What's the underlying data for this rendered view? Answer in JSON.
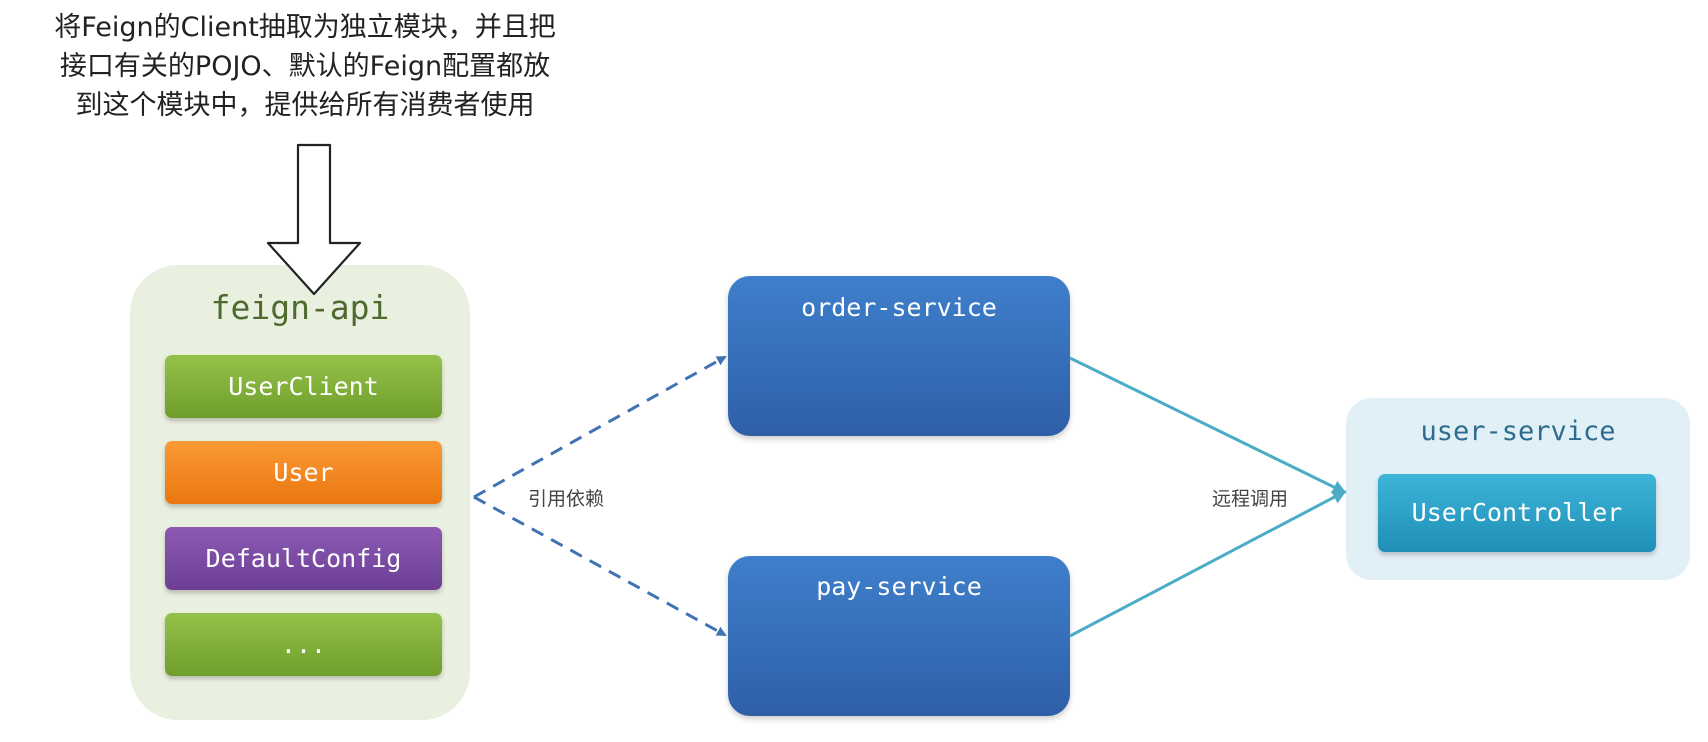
{
  "note": {
    "lines": [
      "将Feign的Client抽取为独立模块，并且把",
      "接口有关的POJO、默认的Feign配置都放",
      "到这个模块中，提供给所有消费者使用"
    ]
  },
  "feign_api": {
    "title": "feign-api",
    "items": [
      "UserClient",
      "User",
      "DefaultConfig",
      "..."
    ]
  },
  "services": {
    "order": "order-service",
    "pay": "pay-service"
  },
  "user_service": {
    "title": "user-service",
    "controller": "UserController"
  },
  "edges": {
    "dependency_label": "引用依赖",
    "remote_call_label": "远程调用"
  },
  "colors": {
    "dependency_arrow": "#3f73b3",
    "remote_call_arrow": "#4bacc6"
  }
}
